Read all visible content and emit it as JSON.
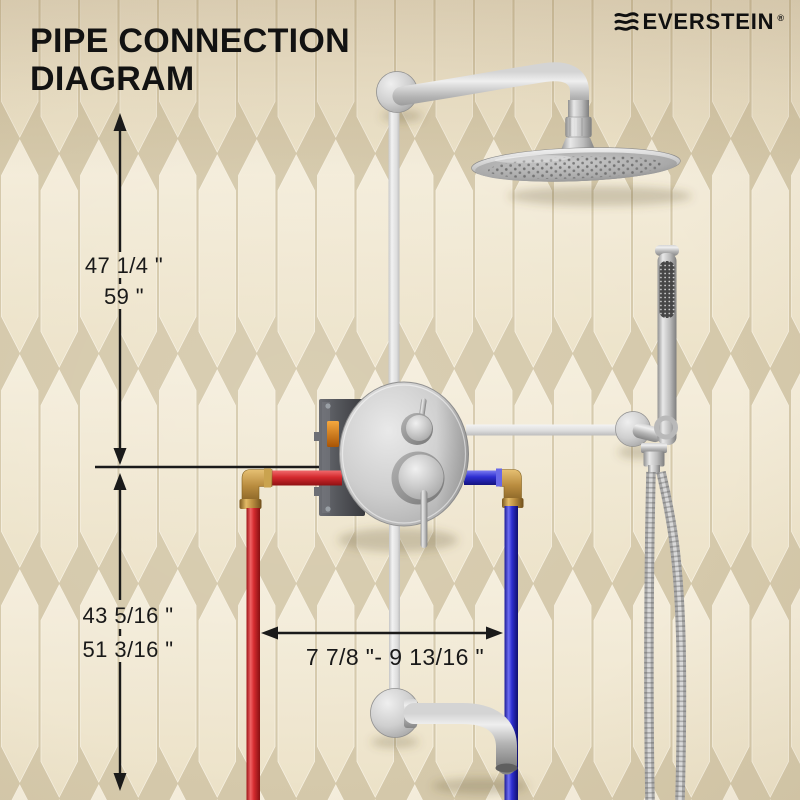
{
  "brand": {
    "name": "EVERSTEIN",
    "registered_mark": "®"
  },
  "title": {
    "line1": "PIPE CONNECTION",
    "line2": "DIAGRAM"
  },
  "dimensions": {
    "upper_vertical": {
      "primary": "47 1/4 \"",
      "secondary": "59 \""
    },
    "lower_vertical": {
      "primary": "43 5/16 \"",
      "secondary": "51 3/16 \""
    },
    "horizontal_range": "7 7/8 \"- 9 13/16 \""
  },
  "colors": {
    "hot_pipe": "#d42a2e",
    "cold_pipe": "#2d2ed0",
    "brass_fitting": "#b98c3f",
    "dimension_line": "#1a1a1a",
    "wall_tile": "#f1e9d6"
  }
}
